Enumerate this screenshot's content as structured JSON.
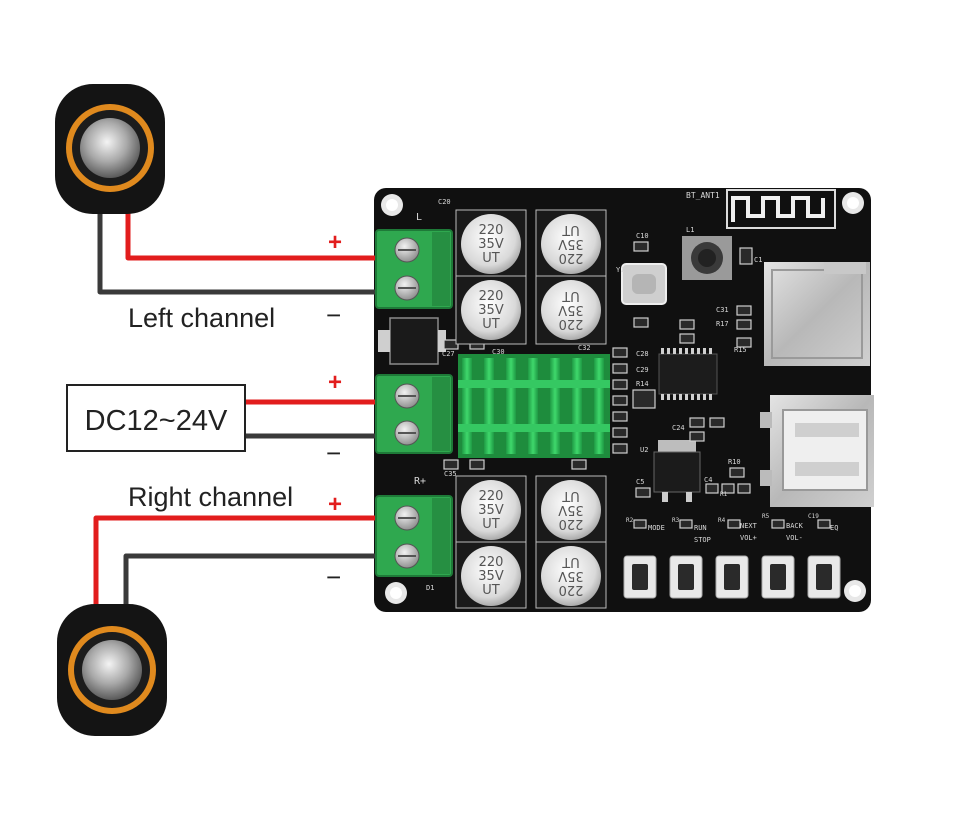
{
  "labels": {
    "left_channel": "Left channel",
    "right_channel": "Right channel",
    "power_supply": "DC12~24V",
    "plus": "+",
    "minus": "−"
  },
  "board": {
    "antenna_label": "BT_ANT1",
    "capacitor_marking": [
      "220",
      "35V",
      "UT"
    ],
    "button_labels": [
      "MODE",
      "RUN",
      "NEXT",
      "BACK",
      "EQ"
    ],
    "button_sublabels": [
      "",
      "STOP",
      "VOL+",
      "VOL-",
      ""
    ],
    "component_refs": [
      "C20",
      "C10",
      "L1",
      "C1",
      "Y1",
      "C31",
      "R17",
      "R15",
      "C27",
      "C30",
      "C32",
      "C28",
      "C29",
      "R14",
      "C24",
      "C35",
      "C4",
      "U2",
      "C5",
      "R10",
      "R1",
      "R2",
      "R3",
      "R4",
      "R5",
      "C19",
      "D1"
    ],
    "terminal_marks": [
      "L",
      "R+"
    ]
  },
  "colors": {
    "wire_positive": "#e21d1d",
    "wire_negative": "#3a3a3a",
    "pcb": "#111111",
    "terminal": "#2fa84f",
    "heatsink": "#2ec35a",
    "speaker_ring": "#e08a1e"
  }
}
